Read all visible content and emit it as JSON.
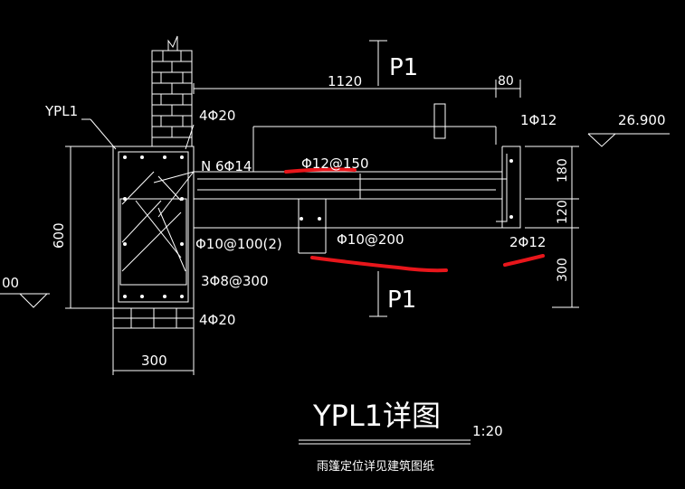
{
  "colors": {
    "background": "#000000",
    "lines": "#ffffff",
    "markup": "#e8161b"
  },
  "labels": {
    "section_top": "P1",
    "section_bottom": "P1",
    "dim_1120": "1120",
    "dim_80": "80",
    "elev_top": "26.900",
    "elev_left": "00",
    "beam_label": "YPL1",
    "bar_4phi20_top": "4Φ20",
    "bar_n6phi14": "N 6Φ14",
    "bar_phi12_150": "Φ12@150",
    "bar_1phi12": "1Φ12",
    "bar_phi10_100": "Φ10@100(2)",
    "bar_3phi8_300": "3Φ8@300",
    "bar_4phi20_bot": "4Φ20",
    "bar_phi10_200": "Φ10@200",
    "bar_2phi12": "2Φ12",
    "dim_600": "600",
    "dim_300_bottom": "300",
    "dim_180": "180",
    "dim_120": "120",
    "dim_300_right": "300",
    "title": "YPL1详图",
    "scale": "1:20",
    "note": "雨篷定位详见建筑图纸"
  }
}
